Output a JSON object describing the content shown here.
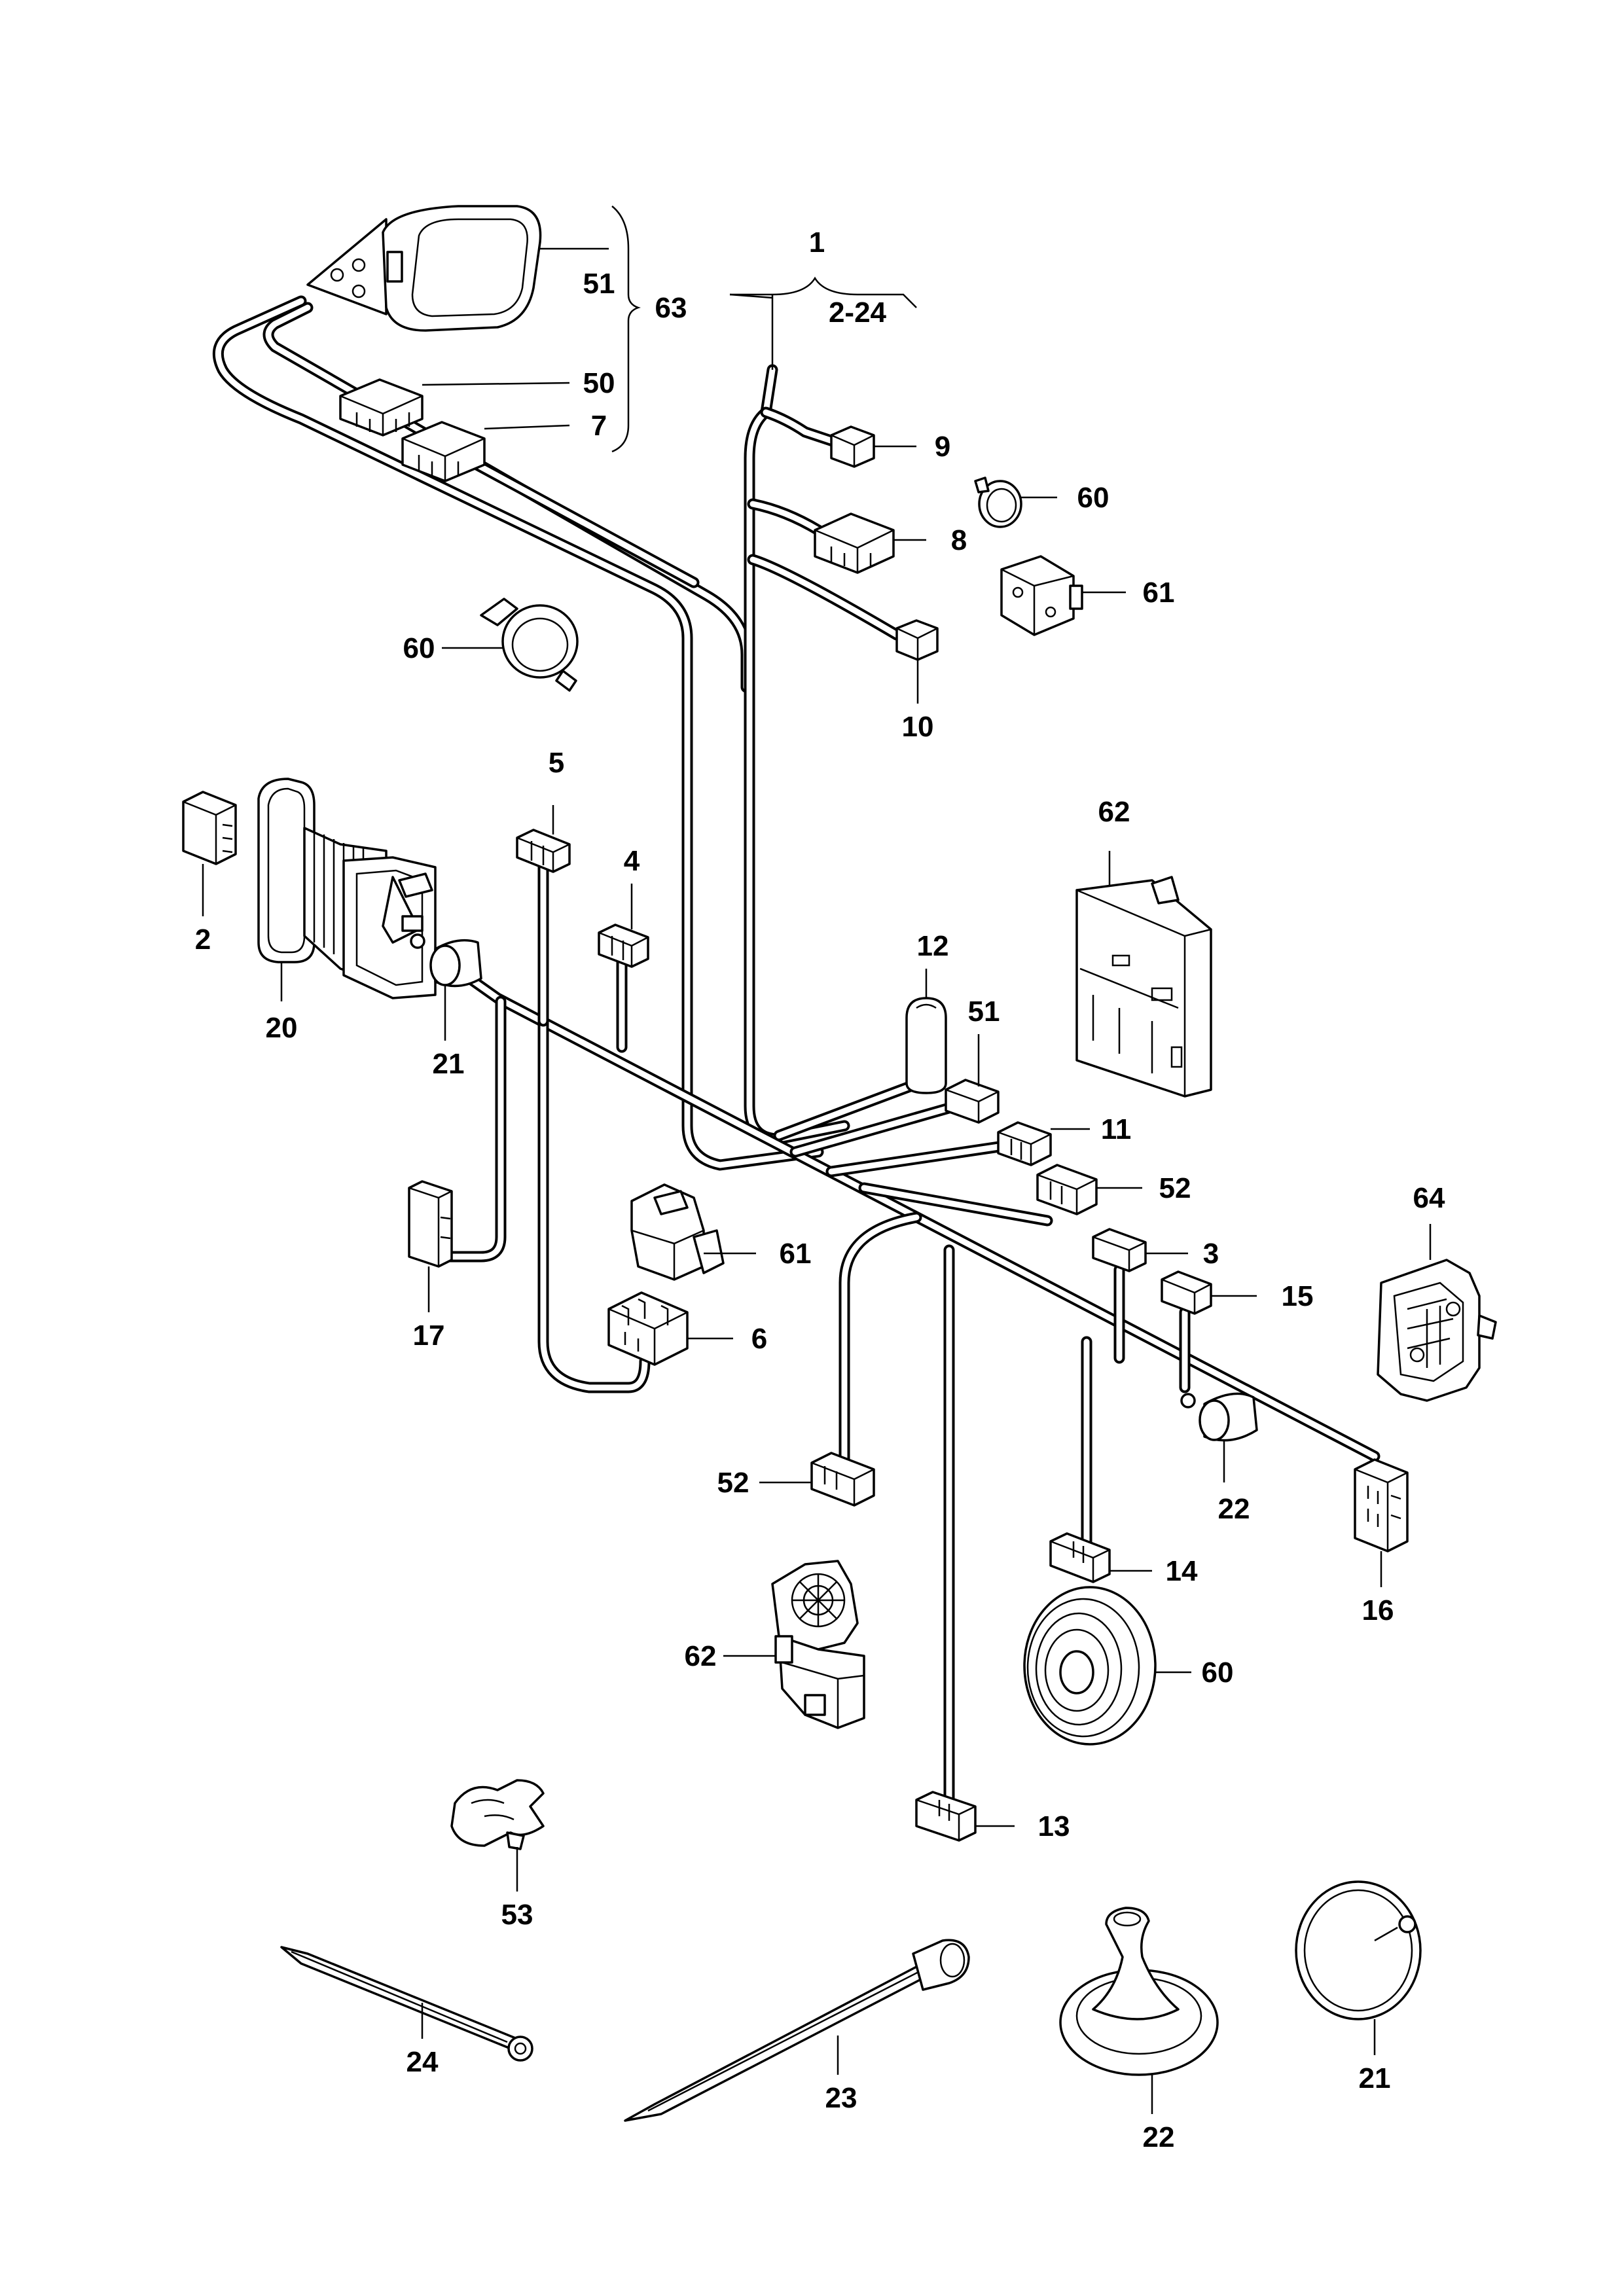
{
  "labels": {
    "l1": "1",
    "l2_24": "2-24",
    "l51_top": "51",
    "l63": "63",
    "l50": "50",
    "l7": "7",
    "l9": "9",
    "l60_a": "60",
    "l8": "8",
    "l61_a": "61",
    "l60_b": "60",
    "l10": "10",
    "l5": "5",
    "l62_a": "62",
    "l4": "4",
    "l2": "2",
    "l12": "12",
    "l20": "20",
    "l21_a": "21",
    "l51_mid": "51",
    "l11": "11",
    "l52_a": "52",
    "l64": "64",
    "l3": "3",
    "l61_b": "61",
    "l15": "15",
    "l17": "17",
    "l6": "6",
    "l52_b": "52",
    "l22_a": "22",
    "l14": "14",
    "l16": "16",
    "l62_b": "62",
    "l60_c": "60",
    "l13": "13",
    "l53": "53",
    "l24": "24",
    "l23": "23",
    "l22_b": "22",
    "l21_b": "21"
  }
}
